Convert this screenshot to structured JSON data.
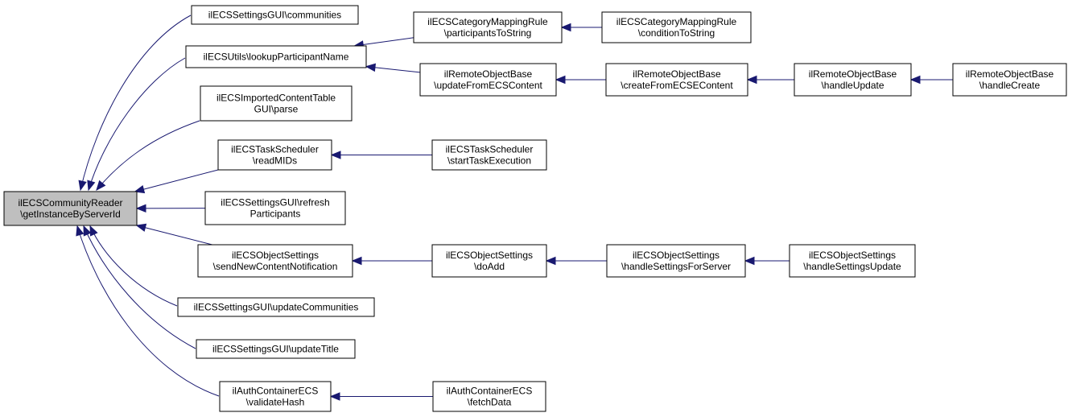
{
  "colors": {
    "edge": "#191970",
    "root_fill": "#bfbfbf",
    "node_fill": "#ffffff",
    "node_stroke": "#000000"
  },
  "nodes": {
    "root": {
      "lines": [
        "ilECSCommunityReader",
        "\\getInstanceByServerId"
      ],
      "highlight": true
    },
    "comm": {
      "lines": [
        "ilECSSettingsGUI\\communities"
      ]
    },
    "lookup": {
      "lines": [
        "ilECSUtils\\lookupParticipantName"
      ]
    },
    "parse": {
      "lines": [
        "ilECSImportedContentTable",
        "GUI\\parse"
      ]
    },
    "readMIDs": {
      "lines": [
        "ilECSTaskScheduler",
        "\\readMIDs"
      ]
    },
    "refresh": {
      "lines": [
        "ilECSSettingsGUI\\refresh",
        "Participants"
      ]
    },
    "sendNew": {
      "lines": [
        "ilECSObjectSettings",
        "\\sendNewContentNotification"
      ]
    },
    "updComm": {
      "lines": [
        "ilECSSettingsGUI\\updateCommunities"
      ]
    },
    "updTitle": {
      "lines": [
        "ilECSSettingsGUI\\updateTitle"
      ]
    },
    "validate": {
      "lines": [
        "ilAuthContainerECS",
        "\\validateHash"
      ]
    },
    "partToStr": {
      "lines": [
        "ilECSCategoryMappingRule",
        "\\participantsToString"
      ]
    },
    "condToStr": {
      "lines": [
        "ilECSCategoryMappingRule",
        "\\conditionToString"
      ]
    },
    "updFromECS": {
      "lines": [
        "ilRemoteObjectBase",
        "\\updateFromECSContent"
      ]
    },
    "createFromECSE": {
      "lines": [
        "ilRemoteObjectBase",
        "\\createFromECSEContent"
      ]
    },
    "handleUpdate": {
      "lines": [
        "ilRemoteObjectBase",
        "\\handleUpdate"
      ]
    },
    "handleCreate": {
      "lines": [
        "ilRemoteObjectBase",
        "\\handleCreate"
      ]
    },
    "startTask": {
      "lines": [
        "ilECSTaskScheduler",
        "\\startTaskExecution"
      ]
    },
    "doAdd": {
      "lines": [
        "ilECSObjectSettings",
        "\\doAdd"
      ]
    },
    "handleSettingsForServer": {
      "lines": [
        "ilECSObjectSettings",
        "\\handleSettingsForServer"
      ]
    },
    "handleSettingsUpdate": {
      "lines": [
        "ilECSObjectSettings",
        "\\handleSettingsUpdate"
      ]
    },
    "fetchData": {
      "lines": [
        "ilAuthContainerECS",
        "\\fetchData"
      ]
    }
  },
  "edges": [
    {
      "from": "comm",
      "to": "root"
    },
    {
      "from": "lookup",
      "to": "root"
    },
    {
      "from": "parse",
      "to": "root"
    },
    {
      "from": "readMIDs",
      "to": "root"
    },
    {
      "from": "refresh",
      "to": "root"
    },
    {
      "from": "sendNew",
      "to": "root"
    },
    {
      "from": "updComm",
      "to": "root"
    },
    {
      "from": "updTitle",
      "to": "root"
    },
    {
      "from": "validate",
      "to": "root"
    },
    {
      "from": "partToStr",
      "to": "lookup"
    },
    {
      "from": "condToStr",
      "to": "partToStr"
    },
    {
      "from": "updFromECS",
      "to": "lookup"
    },
    {
      "from": "createFromECSE",
      "to": "updFromECS"
    },
    {
      "from": "handleUpdate",
      "to": "createFromECSE"
    },
    {
      "from": "handleCreate",
      "to": "handleUpdate"
    },
    {
      "from": "startTask",
      "to": "readMIDs"
    },
    {
      "from": "doAdd",
      "to": "sendNew"
    },
    {
      "from": "handleSettingsForServer",
      "to": "doAdd"
    },
    {
      "from": "handleSettingsUpdate",
      "to": "handleSettingsForServer"
    },
    {
      "from": "fetchData",
      "to": "validate"
    }
  ]
}
